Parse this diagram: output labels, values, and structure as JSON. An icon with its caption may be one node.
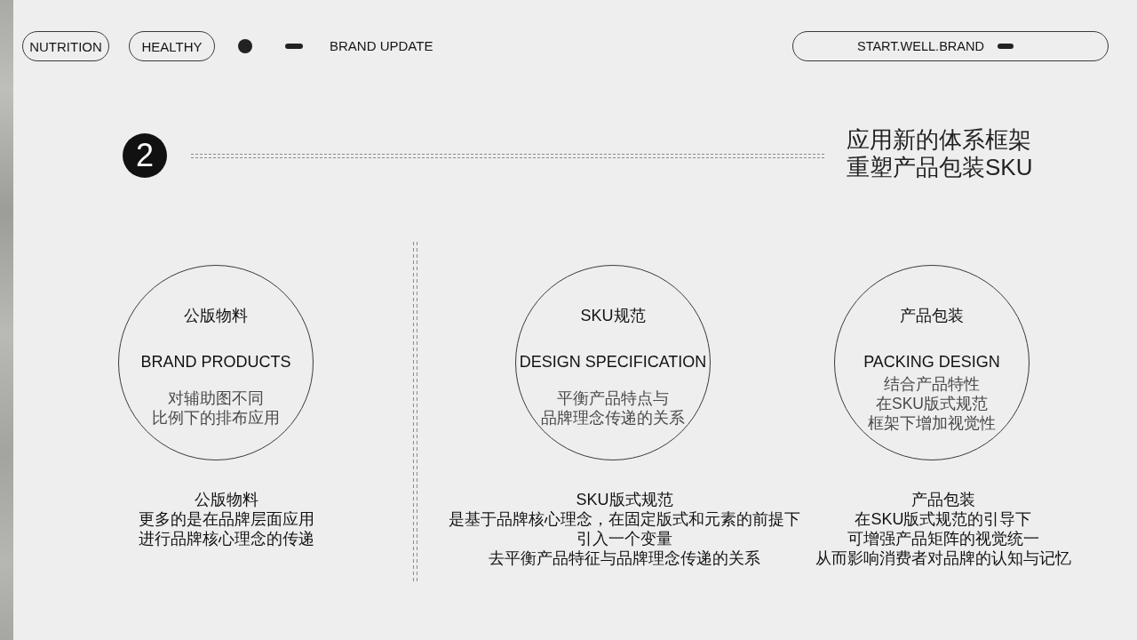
{
  "diagram": {
    "title": "应用新的体系框架重塑产品包装SKU",
    "nodes": [
      {
        "text": [
          "NUTRITION"
        ]
      },
      {
        "text": [
          "HEALTHY"
        ]
      },
      {
        "text": [
          "START.WELL.BRAND"
        ]
      },
      {
        "text": [
          "2"
        ]
      },
      {
        "text": [
          "公版物料",
          "BRAND PRODUCTS",
          "对辅助图不同比例下的排布应用"
        ],
        "beside": [
          "公版物料",
          "更多的是在品牌层面应用进行品牌核心理念的传递"
        ]
      },
      {
        "text": [
          "SKU规范",
          "DESIGN SPECIFICATION",
          "平衡产品特点与品牌理念传递的关系"
        ],
        "beside": [
          "SKU版式规范",
          "是基于品牌核心理念，在固定版式和元素的前提下引入一个变量去平衡产品特征与品牌理念传递的关系"
        ]
      },
      {
        "text": [
          "产品包装",
          "PACKING DESIGN",
          "结合产品特性在SKU版式规范框架下增加视觉性"
        ],
        "beside": [
          "产品包装",
          "在SKU版式规范的引导下可增强产品矩阵的视觉统一从而影响消费者对品牌的认知与记忆"
        ]
      }
    ],
    "labels": [
      "BRAND UPDATE"
    ]
  }
}
